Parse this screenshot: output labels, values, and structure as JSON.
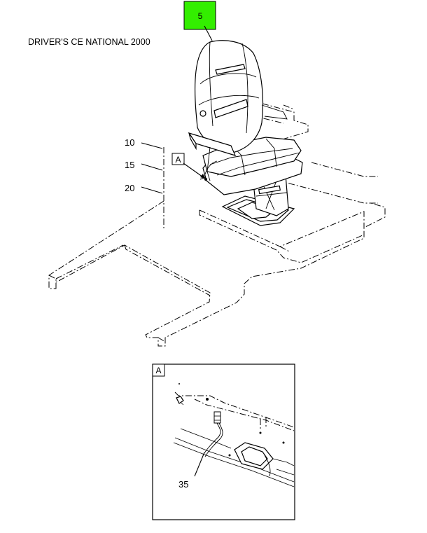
{
  "title": "DRIVER'S CE NATIONAL 2000",
  "highlight_color": "#33ee00",
  "callouts": {
    "c5": "5",
    "c10": "10",
    "c15": "15",
    "c20": "20",
    "c35": "35"
  },
  "view_labels": {
    "main": "A",
    "detail": "A"
  }
}
